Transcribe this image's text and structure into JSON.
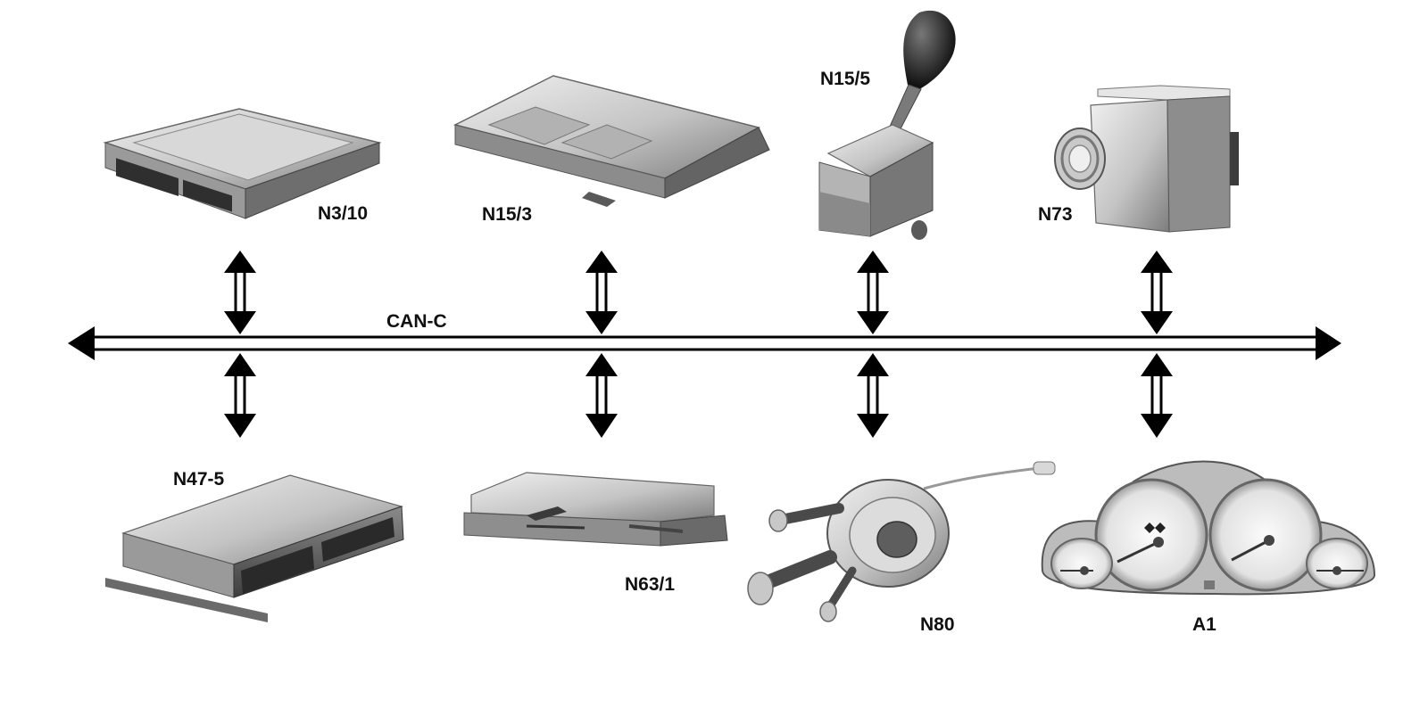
{
  "bus": {
    "label": "CAN-C"
  },
  "modules_top": [
    {
      "id": "N3/10",
      "label": "N3/10",
      "icon": "control-unit-icon"
    },
    {
      "id": "N15/3",
      "label": "N15/3",
      "icon": "control-unit-icon"
    },
    {
      "id": "N15/5",
      "label": "N15/5",
      "icon": "gear-selector-icon"
    },
    {
      "id": "N73",
      "label": "N73",
      "icon": "ignition-switch-icon"
    }
  ],
  "modules_bottom": [
    {
      "id": "N47-5",
      "label": "N47-5",
      "icon": "control-unit-icon"
    },
    {
      "id": "N63/1",
      "label": "N63/1",
      "icon": "control-unit-icon"
    },
    {
      "id": "N80",
      "label": "N80",
      "icon": "steering-column-module-icon"
    },
    {
      "id": "A1",
      "label": "A1",
      "icon": "instrument-cluster-icon"
    }
  ],
  "colors": {
    "line": "#000000",
    "device_light": "#e4e4e4",
    "device_mid": "#a9a9a9",
    "device_dark": "#5a5a5a"
  }
}
